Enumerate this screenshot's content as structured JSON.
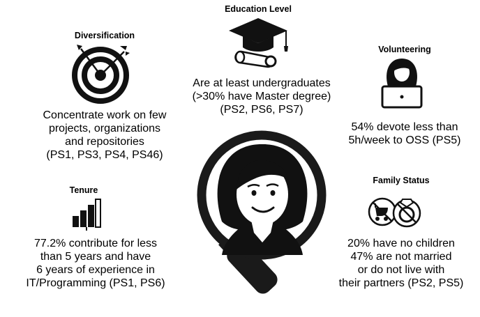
{
  "sections": {
    "diversification": {
      "title": "Diversification",
      "lines": [
        "Concentrate work on few",
        "projects, organizations",
        "and repositories",
        "(PS1, PS3, PS4, PS46)"
      ],
      "icon": "target-icon"
    },
    "education": {
      "title": "Education Level",
      "lines": [
        "Are at least undergraduates",
        "(>30% have Master degree)",
        "(PS2, PS6, PS7)"
      ],
      "icon": "graduation-cap-icon"
    },
    "volunteering": {
      "title": "Volunteering",
      "lines": [
        "54% devote less than",
        "5h/week to OSS (PS5)"
      ],
      "icon": "woman-laptop-icon"
    },
    "tenure": {
      "title": "Tenure",
      "lines": [
        "77.2% contribute for less",
        "than 5 years and have",
        "6 years of experience in",
        "IT/Programming (PS1, PS6)"
      ],
      "icon": "bar-steps-icon"
    },
    "family": {
      "title": "Family Status",
      "lines": [
        "20% have no children",
        "47% are not married",
        "or do not live with",
        "their partners (PS2, PS5)"
      ],
      "icons": [
        "no-stroller-icon",
        "no-ring-icon"
      ]
    },
    "center": {
      "icon": "magnifier-woman-icon"
    }
  }
}
